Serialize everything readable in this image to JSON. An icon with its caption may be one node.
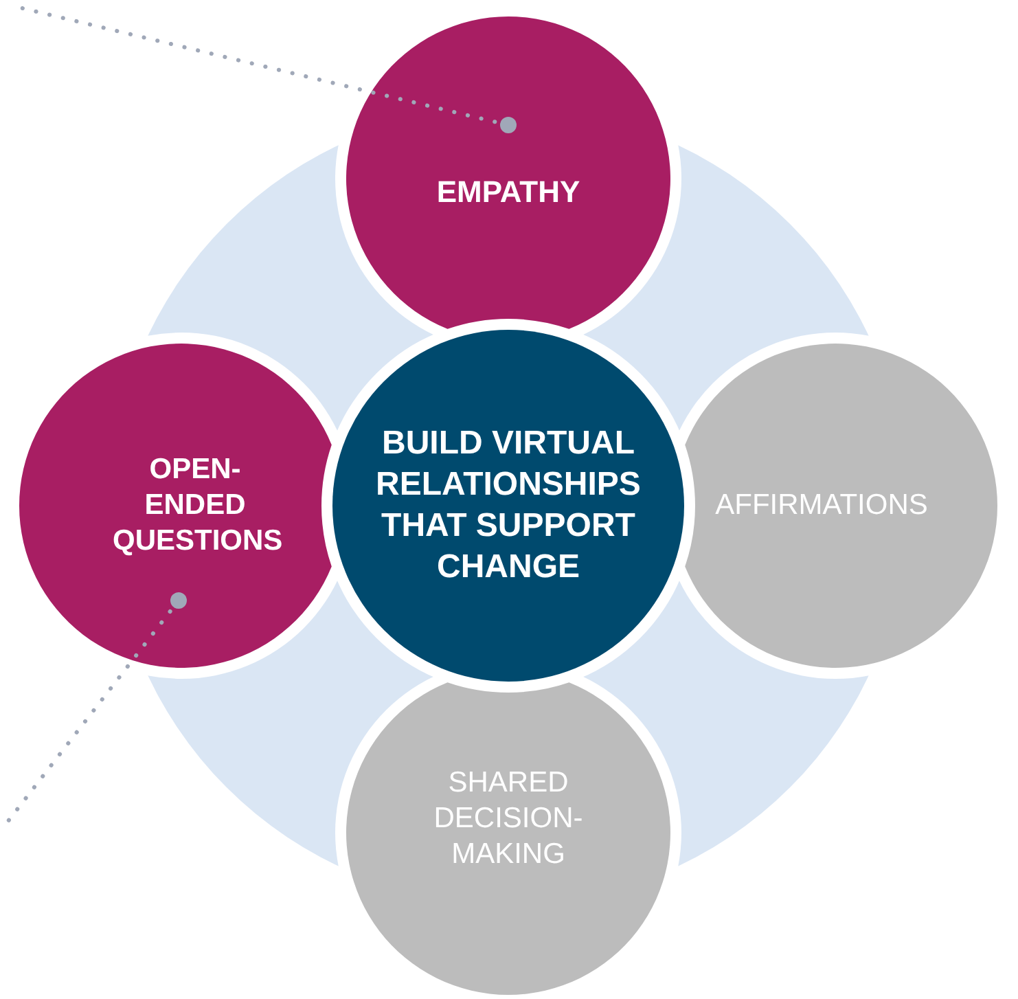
{
  "diagram": {
    "nodes": [
      {
        "text": [
          "EMPATHY"
        ]
      },
      {
        "text": [
          "OPEN-ENDED QUESTIONS"
        ]
      },
      {
        "text": [
          "BUILD VIRTUAL RELATIONSHIPS THAT SUPPORT CHANGE"
        ]
      },
      {
        "text": [
          "AFFIRMATIONS"
        ]
      },
      {
        "text": [
          "SHARED DECISION-MAKING"
        ]
      }
    ],
    "edges": [
      {
        "from": 0,
        "to": null,
        "arrow": "other",
        "style": "dashed"
      },
      {
        "from": 1,
        "to": null,
        "arrow": "other",
        "style": "dashed"
      }
    ]
  }
}
